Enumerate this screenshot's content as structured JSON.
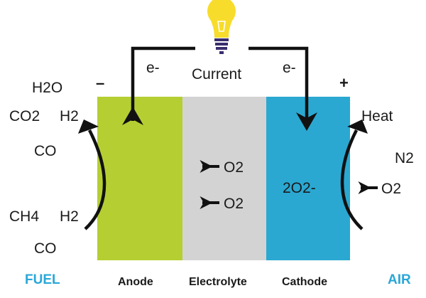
{
  "colors": {
    "anode": "#b5cf32",
    "electrolyte": "#d3d3d3",
    "cathode": "#2aa8d2",
    "accent": "#29a7d8",
    "bulb": "#f7dc2b",
    "bulb_base": "#3a2d6e",
    "wire": "#111111"
  },
  "circuit": {
    "current_label": "Current",
    "electron_left": "e-",
    "electron_right": "e-",
    "minus_sign": "–",
    "plus_sign": "+",
    "bulb_icon": "light-bulb-icon"
  },
  "fuel_side": {
    "title": "FUEL",
    "outputs": [
      "H2O",
      "CO2",
      "H2",
      "CO"
    ],
    "inputs": [
      "CH4",
      "H2",
      "CO"
    ]
  },
  "air_side": {
    "title": "AIR",
    "outputs": [
      "Heat",
      "N2"
    ],
    "inputs": [
      "O2"
    ]
  },
  "electrolyte": {
    "ions": [
      "O2",
      "O2"
    ]
  },
  "cathode": {
    "ion": "2O2-"
  },
  "layers": {
    "anode": "Anode",
    "electrolyte": "Electrolyte",
    "cathode": "Cathode"
  }
}
